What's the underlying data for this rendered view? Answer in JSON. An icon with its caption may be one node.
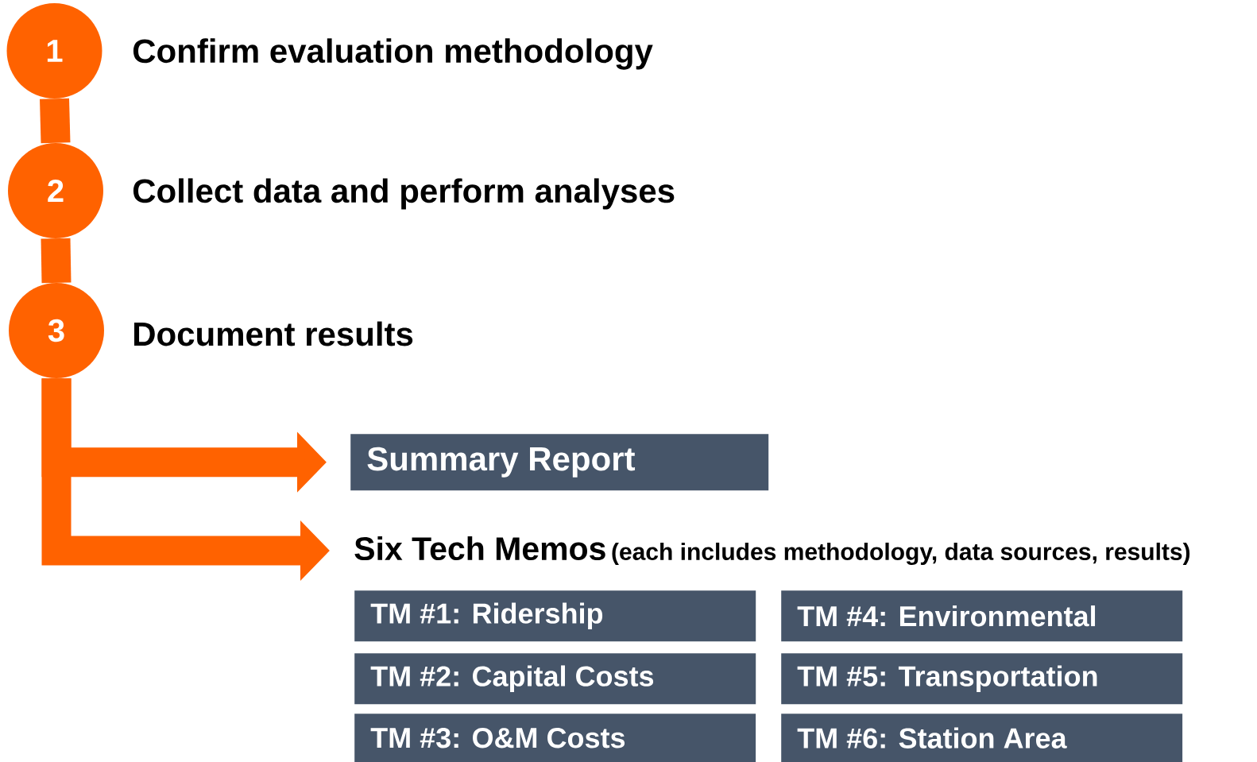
{
  "diagram": {
    "nodes": [
      {
        "text": [
          "1"
        ],
        "beside": [
          "Confirm evaluation methodology"
        ]
      },
      {
        "text": [
          "2"
        ],
        "beside": [
          "Collect data and perform analyses"
        ]
      },
      {
        "text": [
          "3"
        ],
        "beside": [
          "Document results"
        ]
      },
      {
        "text": [
          "Summary Report"
        ]
      },
      {
        "text": [
          "Six Tech Memos",
          "(each includes methodology, data sources, results)"
        ]
      },
      {
        "text": [
          "TM #1: Ridership"
        ]
      },
      {
        "text": [
          "TM #2: Capital Costs"
        ]
      },
      {
        "text": [
          "TM #3: O&M Costs"
        ]
      },
      {
        "text": [
          "TM #4: Environmental"
        ]
      },
      {
        "text": [
          "TM #5: Transportation"
        ]
      },
      {
        "text": [
          "TM #6: Station Area"
        ]
      }
    ],
    "edges": [
      {
        "from": 0,
        "to": 1,
        "arrow": "none"
      },
      {
        "from": 1,
        "to": 2,
        "arrow": "none"
      },
      {
        "from": 2,
        "to": 3,
        "arrow": "to"
      },
      {
        "from": 2,
        "to": 4,
        "arrow": "to"
      }
    ]
  }
}
